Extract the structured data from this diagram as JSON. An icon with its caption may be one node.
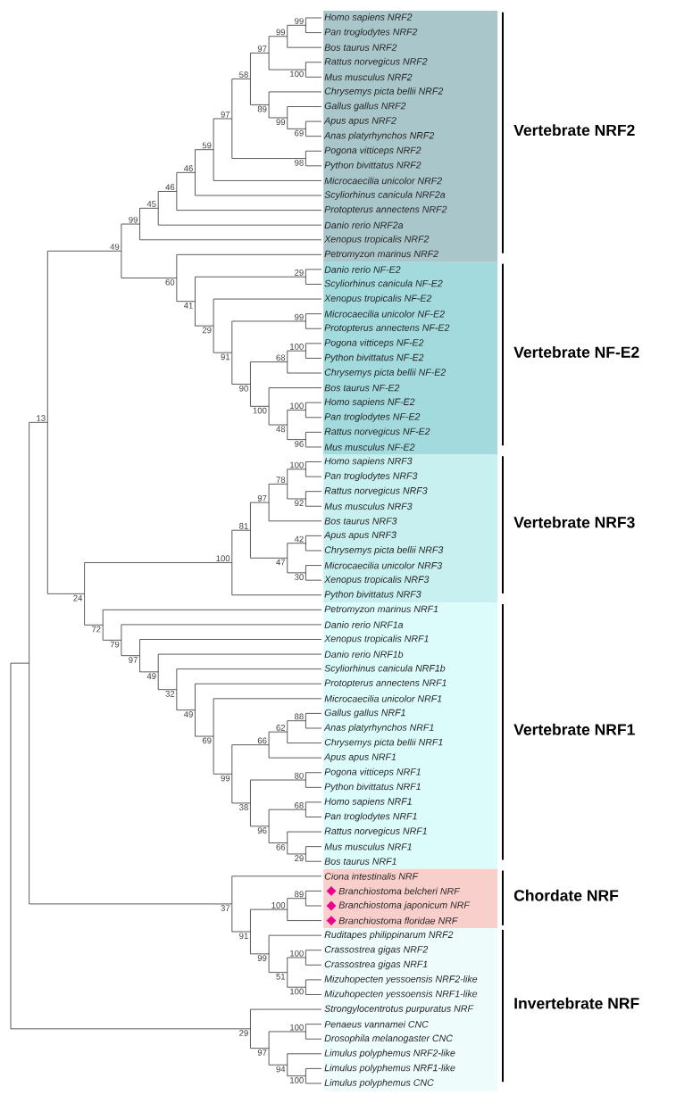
{
  "diagram": {
    "nodes": [
      {
        "text": [
          "Vertebrate NRF2",
          "Homo sapiens NRF2",
          "Pan troglodytes NRF2",
          "Bos taurus NRF2",
          "Rattus norvegicus NRF2",
          "Mus musculus NRF2",
          "Chrysemys picta bellii NRF2",
          "Gallus gallus NRF2",
          "Apus apus NRF2",
          "Anas platyrhynchos NRF2",
          "Pogona vitticeps NRF2",
          "Python bivittatus NRF2",
          "Microcaecilia unicolor NRF2",
          "Scyliorhinus canicula NRF2a",
          "Protopterus annectens NRF2",
          "Danio rerio NRF2a",
          "Xenopus tropicalis NRF2",
          "Petromyzon marinus NRF2"
        ]
      },
      {
        "text": [
          "Vertebrate NF-E2",
          "Danio rerio NF-E2",
          "Scyliorhinus canicula NF-E2",
          "Xenopus tropicalis NF-E2",
          "Microcaecilia unicolor NF-E2",
          "Protopterus annectens NF-E2",
          "Pogona vitticeps NF-E2",
          "Python bivittatus NF-E2",
          "Chrysemys picta bellii NF-E2",
          "Bos taurus NF-E2",
          "Homo sapiens NF-E2",
          "Pan troglodytes NF-E2",
          "Rattus norvegicus NF-E2",
          "Mus musculus NF-E2"
        ]
      },
      {
        "text": [
          "Vertebrate NRF3",
          "Homo sapiens NRF3",
          "Pan troglodytes NRF3",
          "Rattus norvegicus NRF3",
          "Mus musculus NRF3",
          "Bos taurus NRF3",
          "Apus apus NRF3",
          "Chrysemys picta bellii NRF3",
          "Microcaecilia unicolor NRF3",
          "Xenopus tropicalis NRF3",
          "Python bivittatus NRF3"
        ]
      },
      {
        "text": [
          "Vertebrate NRF1",
          "Petromyzon marinus NRF1",
          "Danio rerio NRF1a",
          "Xenopus tropicalis NRF1",
          "Danio rerio NRF1b",
          "Scyliorhinus canicula NRF1b",
          "Protopterus annectens NRF1",
          "Microcaecilia unicolor NRF1",
          "Gallus gallus NRF1",
          "Anas platyrhynchos NRF1",
          "Chrysemys picta bellii NRF1",
          "Apus apus NRF1",
          "Pogona vitticeps NRF1",
          "Python bivittatus NRF1",
          "Homo sapiens NRF1",
          "Pan troglodytes NRF1",
          "Rattus norvegicus NRF1",
          "Mus musculus NRF1",
          "Bos taurus NRF1"
        ]
      },
      {
        "text": [
          "Chordate NRF",
          "Ciona intestinalis NRF",
          "Branchiostoma belcheri NRF",
          "Branchiostoma japonicum NRF",
          "Branchiostoma floridae NRF"
        ]
      },
      {
        "text": [
          "Invertebrate NRF",
          "Ruditapes philippinarum NRF2",
          "Crassostrea gigas NRF2",
          "Crassostrea gigas NRF1",
          "Mizuhopecten yessoensis NRF2-like",
          "Mizuhopecten yessoensis NRF1-like",
          "Strongylocentrotus purpuratus NRF",
          "Penaeus vannamei CNC",
          "Drosophila melanogaster CNC",
          "Limulus polyphemus NRF2-like",
          "Limulus polyphemus NRF1-like",
          "Limulus polyphemus CNC"
        ]
      }
    ],
    "labels": [
      "99",
      "99",
      "97",
      "58",
      "100",
      "97",
      "89",
      "99",
      "69",
      "59",
      "98",
      "46",
      "46",
      "45",
      "99",
      "49",
      "29",
      "60",
      "41",
      "99",
      "29",
      "100",
      "91",
      "68",
      "13",
      "90",
      "100",
      "100",
      "48",
      "96",
      "100",
      "78",
      "97",
      "92",
      "81",
      "42",
      "100",
      "47",
      "30",
      "24",
      "72",
      "79",
      "97",
      "49",
      "32",
      "88",
      "49",
      "62",
      "69",
      "66",
      "80",
      "99",
      "68",
      "38",
      "96",
      "66",
      "29",
      "89",
      "100",
      "37",
      "91",
      "100",
      "99",
      "51",
      "100",
      "100",
      "29",
      "97",
      "94",
      "100"
    ]
  }
}
